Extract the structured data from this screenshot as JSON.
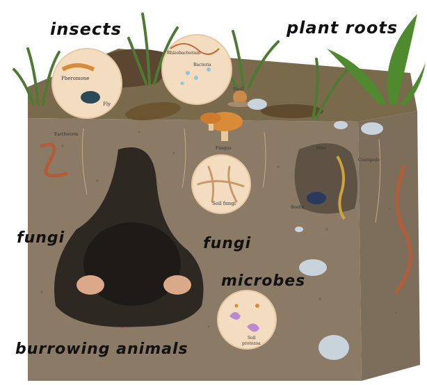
{
  "labels": {
    "insects": "insects",
    "plant_roots": "plant roots",
    "fungi_left": "fungi",
    "fungi_center": "fungi",
    "microbes": "microbes",
    "burrowing_animals": "burrowing animals"
  },
  "callouts": {
    "insects_top": "Pheromone",
    "insects_bottom": "Fly",
    "microbes_top": "Rhizobacterium",
    "microbes_mid": "Bacteria",
    "snail": "Snail",
    "fungus": "Fungus",
    "soil_fungi": "Soil fungi",
    "soil_protozoa_1": "Soil",
    "soil_protozoa_2": "protozoa",
    "centipede": "Centipede",
    "beetle": "Beetle",
    "mite": "Mite",
    "earthworm": "Earthworm"
  },
  "colors": {
    "soil": "#8a7a66",
    "soil_dark": "#6e604f",
    "topsoil": "#7a6a4c",
    "grass": "#4f7a34",
    "burrow": "#2e2822",
    "bubble": "#f3dcc0"
  }
}
